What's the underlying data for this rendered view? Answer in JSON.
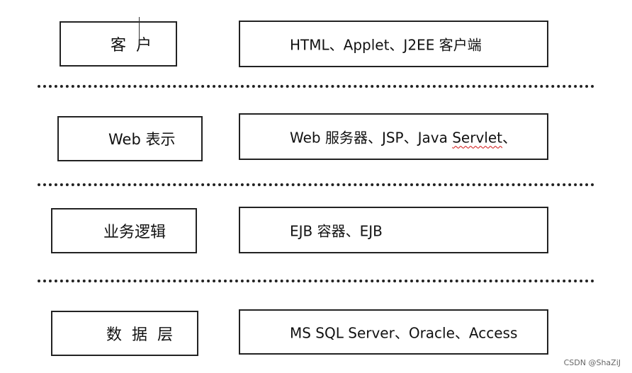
{
  "tiers": [
    {
      "label": "客  户",
      "detail": "HTML、Applet、J2EE 客户端",
      "detail_parts": [
        "HTML、Applet、J2EE 客户端"
      ]
    },
    {
      "label": "Web 表示",
      "detail_parts": [
        "Web 服务器、JSP、Java ",
        "Servlet",
        "、"
      ]
    },
    {
      "label": "业务逻辑",
      "detail_parts": [
        "EJB 容器、EJB"
      ]
    },
    {
      "label": "数  据  层",
      "detail_parts": [
        "MS SQL Server、Oracle、Access"
      ]
    }
  ],
  "watermark": "CSDN @ShaZiJ"
}
